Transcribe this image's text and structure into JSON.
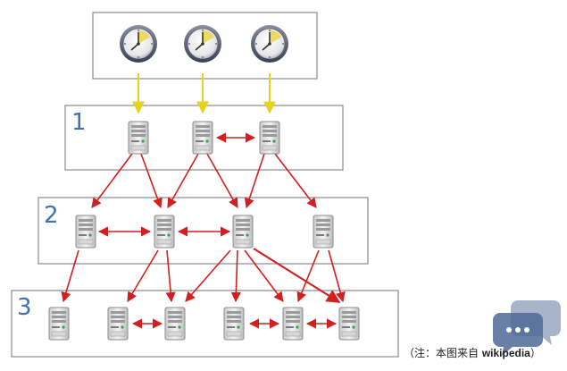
{
  "tiers": [
    {
      "label": "1"
    },
    {
      "label": "2"
    },
    {
      "label": "3"
    }
  ],
  "caption": {
    "prefix": "（注：本图来自 ",
    "source": "wikipedia",
    "suffix": "）"
  },
  "colors": {
    "sync_arrow": "#e8d21a",
    "link_arrow": "#d21f1f",
    "tier_label": "#3f6fb4",
    "box_border": "#8a8a8a"
  },
  "icons": {
    "reference_clock": "clock-icon",
    "server": "server-icon",
    "watermark": "chat-bubble-icon"
  }
}
